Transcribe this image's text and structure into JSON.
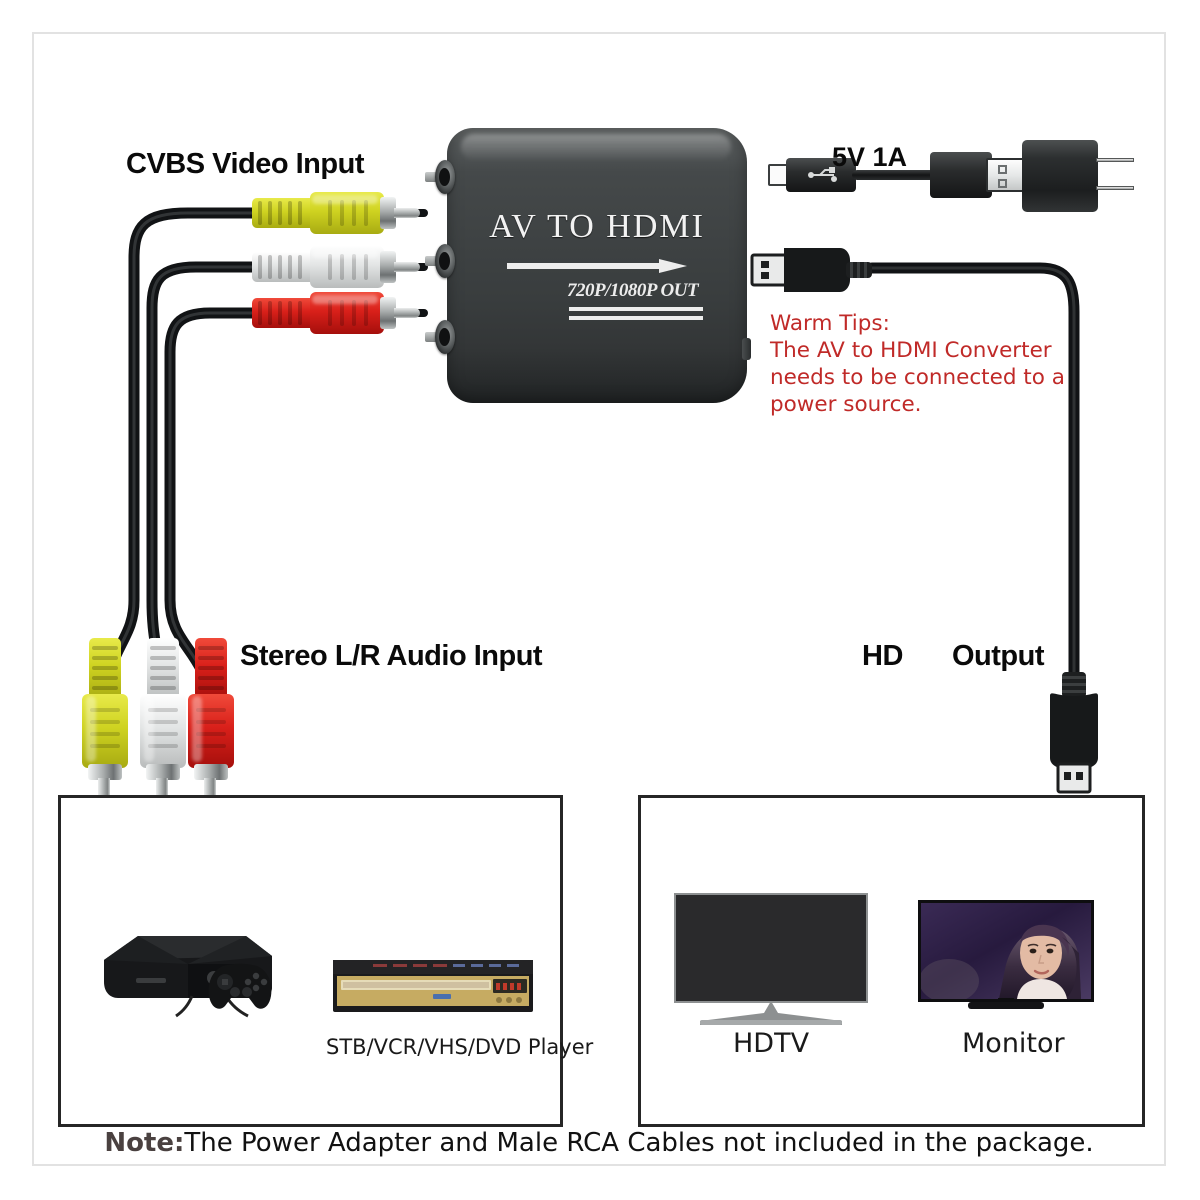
{
  "product": {
    "title": "AV TO HDMI",
    "subtitle": "720P/1080P OUT"
  },
  "labels": {
    "cvbs_input": "CVBS Video Input",
    "stereo_input": "Stereo L/R Audio Input",
    "hd": "HD",
    "output": "Output",
    "power_rating": "5V 1A"
  },
  "warm_tips": {
    "heading": "Warm Tips:",
    "line1": "The AV to HDMI Converter",
    "line2": "needs to be connected to a",
    "line3": "power source."
  },
  "source_panel": {
    "caption_stb": "STB/VCR/VHS/DVD Player"
  },
  "display_panel": {
    "caption_hdtv": "HDTV",
    "caption_monitor": "Monitor"
  },
  "note": {
    "label": "Note:",
    "text": "The Power Adapter and Male RCA Cables not included in the package."
  },
  "colors": {
    "warm_tips_red": "#c02a28",
    "rca_video_yellow": "#cfd321",
    "rca_audio_white": "#e3e5e5",
    "rca_audio_red": "#d9201a",
    "converter_body": "#3e4243",
    "panel_border": "#262626",
    "frame_border": "#e2e2e2"
  },
  "icons": {
    "arrow": "right-arrow-icon",
    "usb": "usb-icon",
    "hdmi": "hdmi-connector-icon"
  }
}
